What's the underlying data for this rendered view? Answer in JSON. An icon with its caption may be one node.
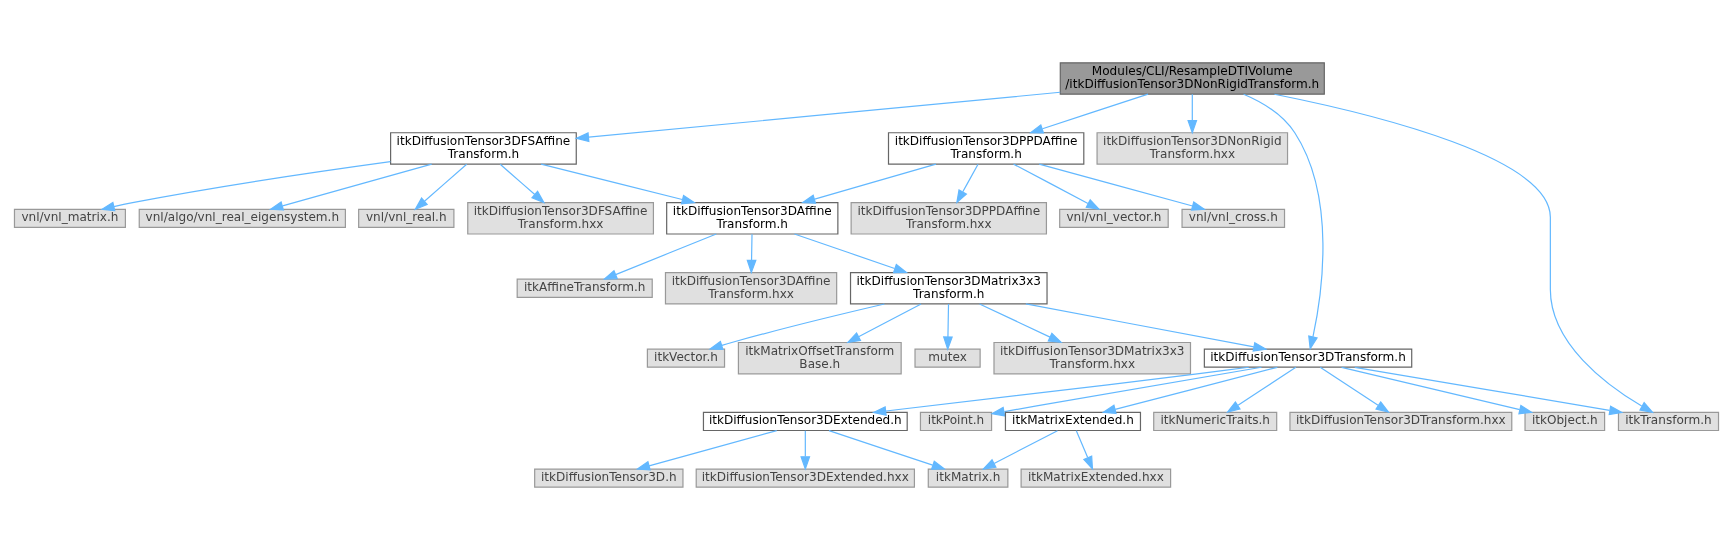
{
  "diagram": {
    "nodes": [
      {
        "text": [
          "Modules/CLI/ResampleDTIVolume /itkDiffusionTensor3DNonRigidTransform.h"
        ]
      },
      {
        "text": [
          "itkDiffusionTensor3DFSAffine Transform.h"
        ]
      },
      {
        "text": [
          "itkDiffusionTensor3DPPDAffine Transform.h"
        ]
      },
      {
        "text": [
          "itkDiffusionTensor3DNonRigid Transform.hxx"
        ]
      },
      {
        "text": [
          "vnl/vnl_real.h"
        ]
      },
      {
        "text": [
          "itkDiffusionTensor3DFSAffine Transform.hxx"
        ]
      },
      {
        "text": [
          "vnl/vnl_matrix.h"
        ]
      },
      {
        "text": [
          "vnl/algo/vnl_real_eigensystem.h"
        ]
      },
      {
        "text": [
          "itkDiffusionTensor3DAffine Transform.h"
        ]
      },
      {
        "text": [
          "vnl/vnl_cross.h"
        ]
      },
      {
        "text": [
          "itkDiffusionTensor3DPPDAffine Transform.hxx"
        ]
      },
      {
        "text": [
          "vnl/vnl_vector.h"
        ]
      },
      {
        "text": [
          "itkDiffusionTensor3DAffine Transform.hxx"
        ]
      },
      {
        "text": [
          "itkDiffusionTensor3DMatrix3x3 Transform.h"
        ]
      },
      {
        "text": [
          "itkAffineTransform.h"
        ]
      },
      {
        "text": [
          "mutex"
        ]
      },
      {
        "text": [
          "itkDiffusionTensor3DMatrix3x3 Transform.hxx"
        ]
      },
      {
        "text": [
          "itkVector.h"
        ]
      },
      {
        "text": [
          "itkMatrixOffsetTransform Base.h"
        ]
      },
      {
        "text": [
          "itkDiffusionTensor3DTransform.h"
        ]
      },
      {
        "text": [
          "itkTransform.h"
        ]
      },
      {
        "text": [
          "itkDiffusionTensor3DExtended.h"
        ]
      },
      {
        "text": [
          "itkPoint.h"
        ]
      },
      {
        "text": [
          "itkMatrixExtended.h"
        ]
      },
      {
        "text": [
          "itkNumericTraits.h"
        ]
      },
      {
        "text": [
          "itkDiffusionTensor3DTransform.hxx"
        ]
      },
      {
        "text": [
          "itkObject.h"
        ]
      },
      {
        "text": [
          "itkDiffusionTensor3D.h"
        ]
      },
      {
        "text": [
          "itkDiffusionTensor3DExtended.hxx"
        ]
      },
      {
        "text": [
          "itkMatrix.h"
        ]
      },
      {
        "text": [
          "itkMatrixExtended.hxx"
        ]
      }
    ],
    "edges": [
      {
        "from": 0,
        "to": 20,
        "arrow": "to"
      },
      {
        "from": 0,
        "to": 19,
        "arrow": "to"
      },
      {
        "from": 0,
        "to": 1,
        "arrow": "to"
      },
      {
        "from": 0,
        "to": 2,
        "arrow": "to"
      },
      {
        "from": 0,
        "to": 3,
        "arrow": "to"
      },
      {
        "from": 1,
        "to": 4,
        "arrow": "to"
      },
      {
        "from": 1,
        "to": 5,
        "arrow": "to"
      },
      {
        "from": 1,
        "to": 6,
        "arrow": "to"
      },
      {
        "from": 1,
        "to": 7,
        "arrow": "to"
      },
      {
        "from": 1,
        "to": 8,
        "arrow": "to"
      },
      {
        "from": 2,
        "to": 8,
        "arrow": "to"
      },
      {
        "from": 2,
        "to": 9,
        "arrow": "to"
      },
      {
        "from": 2,
        "to": 10,
        "arrow": "to"
      },
      {
        "from": 2,
        "to": 11,
        "arrow": "to"
      },
      {
        "from": 8,
        "to": 12,
        "arrow": "to"
      },
      {
        "from": 8,
        "to": 13,
        "arrow": "to"
      },
      {
        "from": 8,
        "to": 14,
        "arrow": "to"
      },
      {
        "from": 13,
        "to": 19,
        "arrow": "to"
      },
      {
        "from": 13,
        "to": 15,
        "arrow": "to"
      },
      {
        "from": 13,
        "to": 16,
        "arrow": "to"
      },
      {
        "from": 13,
        "to": 17,
        "arrow": "to"
      },
      {
        "from": 13,
        "to": 18,
        "arrow": "to"
      },
      {
        "from": 19,
        "to": 20,
        "arrow": "to"
      },
      {
        "from": 19,
        "to": 21,
        "arrow": "to"
      },
      {
        "from": 19,
        "to": 22,
        "arrow": "to"
      },
      {
        "from": 19,
        "to": 23,
        "arrow": "to"
      },
      {
        "from": 19,
        "to": 24,
        "arrow": "to"
      },
      {
        "from": 19,
        "to": 25,
        "arrow": "to"
      },
      {
        "from": 19,
        "to": 26,
        "arrow": "to"
      },
      {
        "from": 21,
        "to": 27,
        "arrow": "to"
      },
      {
        "from": 21,
        "to": 28,
        "arrow": "to"
      },
      {
        "from": 21,
        "to": 29,
        "arrow": "to"
      },
      {
        "from": 23,
        "to": 29,
        "arrow": "to"
      },
      {
        "from": 23,
        "to": 30,
        "arrow": "to"
      }
    ]
  }
}
